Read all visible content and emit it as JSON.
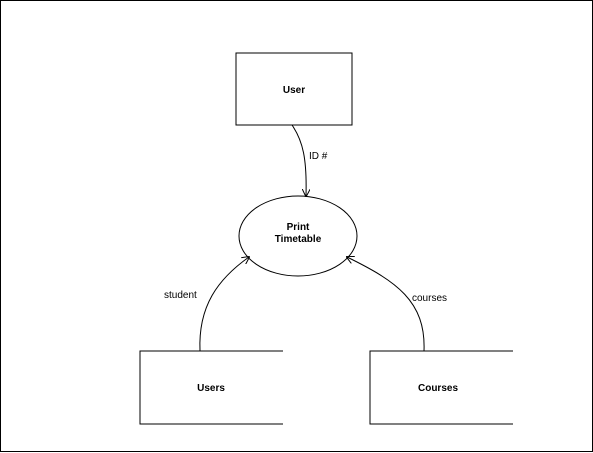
{
  "diagram": {
    "entity": {
      "label": "User"
    },
    "process": {
      "line1": "Print",
      "line2": "Timetable"
    },
    "stores": [
      {
        "label": "Users"
      },
      {
        "label": "Courses"
      }
    ],
    "flows": {
      "id": "ID #",
      "student": "student",
      "courses": "courses"
    }
  }
}
